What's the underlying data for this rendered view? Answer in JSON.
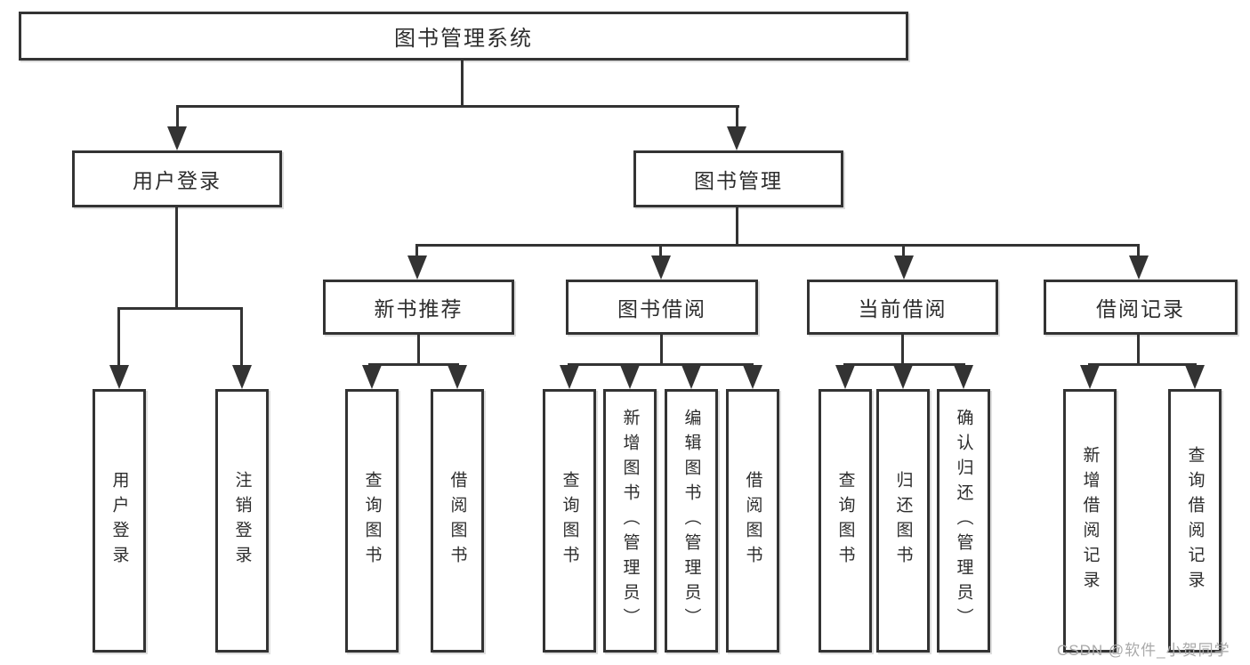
{
  "watermark": "CSDN @软件_小贺同学",
  "diagram": {
    "type": "hierarchy-tree",
    "root": {
      "label": "图书管理系统"
    },
    "level2": {
      "login": {
        "label": "用户登录"
      },
      "management": {
        "label": "图书管理"
      }
    },
    "level3": {
      "new_books": {
        "label": "新书推荐"
      },
      "book_borrow": {
        "label": "图书借阅"
      },
      "current_borrow": {
        "label": "当前借阅"
      },
      "borrow_records": {
        "label": "借阅记录"
      }
    },
    "leaves": {
      "login": [
        "用户登录",
        "注销登录"
      ],
      "new_books": [
        "查询图书",
        "借阅图书"
      ],
      "book_borrow": [
        "查询图书",
        "新增图书（管理员）",
        "编辑图书（管理员）",
        "借阅图书"
      ],
      "current_borrow": [
        "查询图书",
        "归还图书",
        "确认归还（管理员）"
      ],
      "borrow_records": [
        "新增借阅记录",
        "查询借阅记录"
      ]
    }
  }
}
